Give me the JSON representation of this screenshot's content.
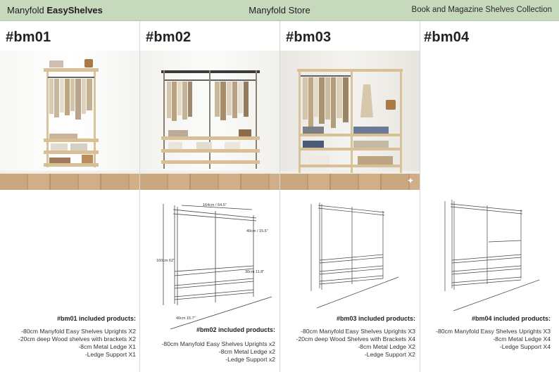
{
  "header": {
    "brand_prefix": "Manyfold",
    "brand_bold": "EasyShelves",
    "store": "Manyfold Store",
    "collection": "Book and Magazine Shelves Collection"
  },
  "products": [
    {
      "code": "#bm01",
      "included_title": "#bm01 included products:",
      "items": [
        "-80cm Manyfold Easy Shelves Uprights  X2",
        "-20cm deep Wood shelves with brackets X2",
        "-8cm Metal Ledge X1",
        "-Ledge Support  X1"
      ]
    },
    {
      "code": "#bm02",
      "included_title": "#bm02 included products:",
      "items": [
        "-80cm Manyfold Easy Shelves Uprights  x2",
        "-8cm Metal Ledge x2",
        "-Ledge  Support  x2"
      ],
      "dims": {
        "width": "164cm / 64.5\"",
        "depth": "40cm / 15.5\"",
        "height": "160cm\n62\"",
        "shelf": "30cm\n11.8\"",
        "floor": "40cm\n15.7\""
      }
    },
    {
      "code": "#bm03",
      "included_title": "#bm03 included products:",
      "items": [
        "-80cm Manyfold Easy Shelves Uprights  X3",
        "-20cm deep Wood Shelves with Brackets X4",
        "-8cm Metal Ledge X2",
        "-Ledge Support X2"
      ]
    },
    {
      "code": "#bm04",
      "included_title": "#bm04 included products:",
      "items": [
        "-80cm Manyfold Easy Shelves Uprights   X3",
        "-8cm Metal Ledge X4",
        "-Ledge Support  X4"
      ]
    }
  ],
  "icons": {
    "sparkle": "sparkle-icon"
  },
  "colors": {
    "header_bg": "#c7d9bd",
    "wood": "#d8bf95",
    "metal": "#2b2b2b"
  }
}
